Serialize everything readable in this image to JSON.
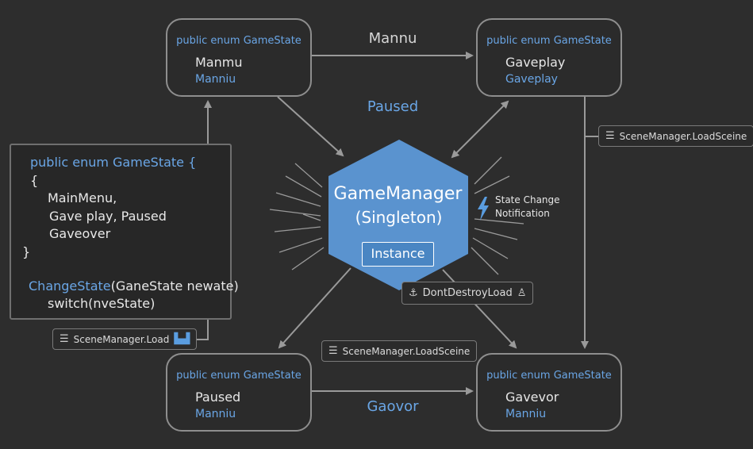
{
  "colors": {
    "background": "#2d2d2d",
    "accent_blue": "#6aa6e6",
    "hub_fill": "#5a93cf",
    "border": "#8e8e8e"
  },
  "states": {
    "top_left": {
      "header": "public enum GameState",
      "line1": "Manmu",
      "line2": "Manniu"
    },
    "top_right": {
      "header": "public enum GameState",
      "line1": "Gaveplay",
      "line2": "Gaveplay"
    },
    "bottom_left": {
      "header": "public enum GameState",
      "line1": "Paused",
      "line2": "Manniu"
    },
    "bottom_right": {
      "header": "public enum GameState",
      "line1": "Gavevor",
      "line2": "Manniu"
    }
  },
  "edges": {
    "top_label": "Mannu",
    "center_label": "Paused",
    "bottom_label": "Gaovor"
  },
  "hub": {
    "title": "GameManager",
    "subtitle": "(Singleton)",
    "button": "Instance"
  },
  "notification": {
    "icon": "lightning-icon",
    "line1": "State Change",
    "line2": "Notification"
  },
  "code": {
    "l1": "public enum GameState {",
    "l2": "{",
    "l3": "MainMenu,",
    "l4": "Gave play, Paused",
    "l5": "Gaveover",
    "l6": "}",
    "l7_method": "ChangeState",
    "l7_args": "(GaneState newate)",
    "l8": "switch(nveState)"
  },
  "tags": {
    "scene_load": {
      "icon": "list-icon",
      "text": "SceneManager.Load",
      "extra_icon": "blocks-icon"
    },
    "scene_load_scene_right": {
      "icon": "list-icon",
      "text": "SceneManager.LoadSceine"
    },
    "scene_load_scene_mid": {
      "icon": "list-icon",
      "text": "SceneManager.LoadSceine"
    },
    "dont_destroy": {
      "icon": "anchor-icon",
      "text": "DontDestroyLoad",
      "extra_icon": "person-icon"
    }
  }
}
